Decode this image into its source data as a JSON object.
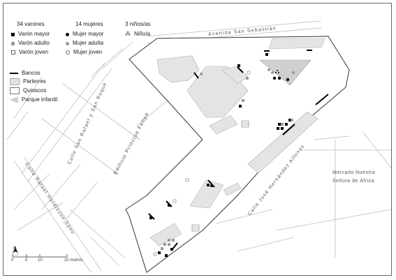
{
  "legend": {
    "counts": {
      "men": "34 varones",
      "women": "14 mujeres",
      "children": "3 niños/as"
    },
    "men": [
      "Varón mayor",
      "Varón adulto",
      "Varón joven"
    ],
    "women": [
      "Mujer mayor",
      "Mujer adulta",
      "Mujer joven"
    ],
    "child": "Niño/a",
    "features": [
      "Bancos",
      "Parterres",
      "Quioscos",
      "Parque infantil"
    ],
    "colors": {
      "mayor": "#000000",
      "adulto": "#999999",
      "joven": "#ffffff",
      "parterre": "#e4e4e4"
    }
  },
  "map_labels": {
    "avenida": "Avenida San Sebastián",
    "san_roque": "Calle San Rafael y San Roque",
    "hardisson": "Calle Rafael Hardisson Spou",
    "edificio": "Edificio Príncipe Felipe",
    "jose": "Calle José Hernández Alfonso",
    "mercado_1": "Mercado Nuestra",
    "mercado_2": "Señora de África"
  },
  "scale": {
    "ticks": [
      "0",
      "5",
      "10",
      "20 metros"
    ],
    "north": "N"
  }
}
